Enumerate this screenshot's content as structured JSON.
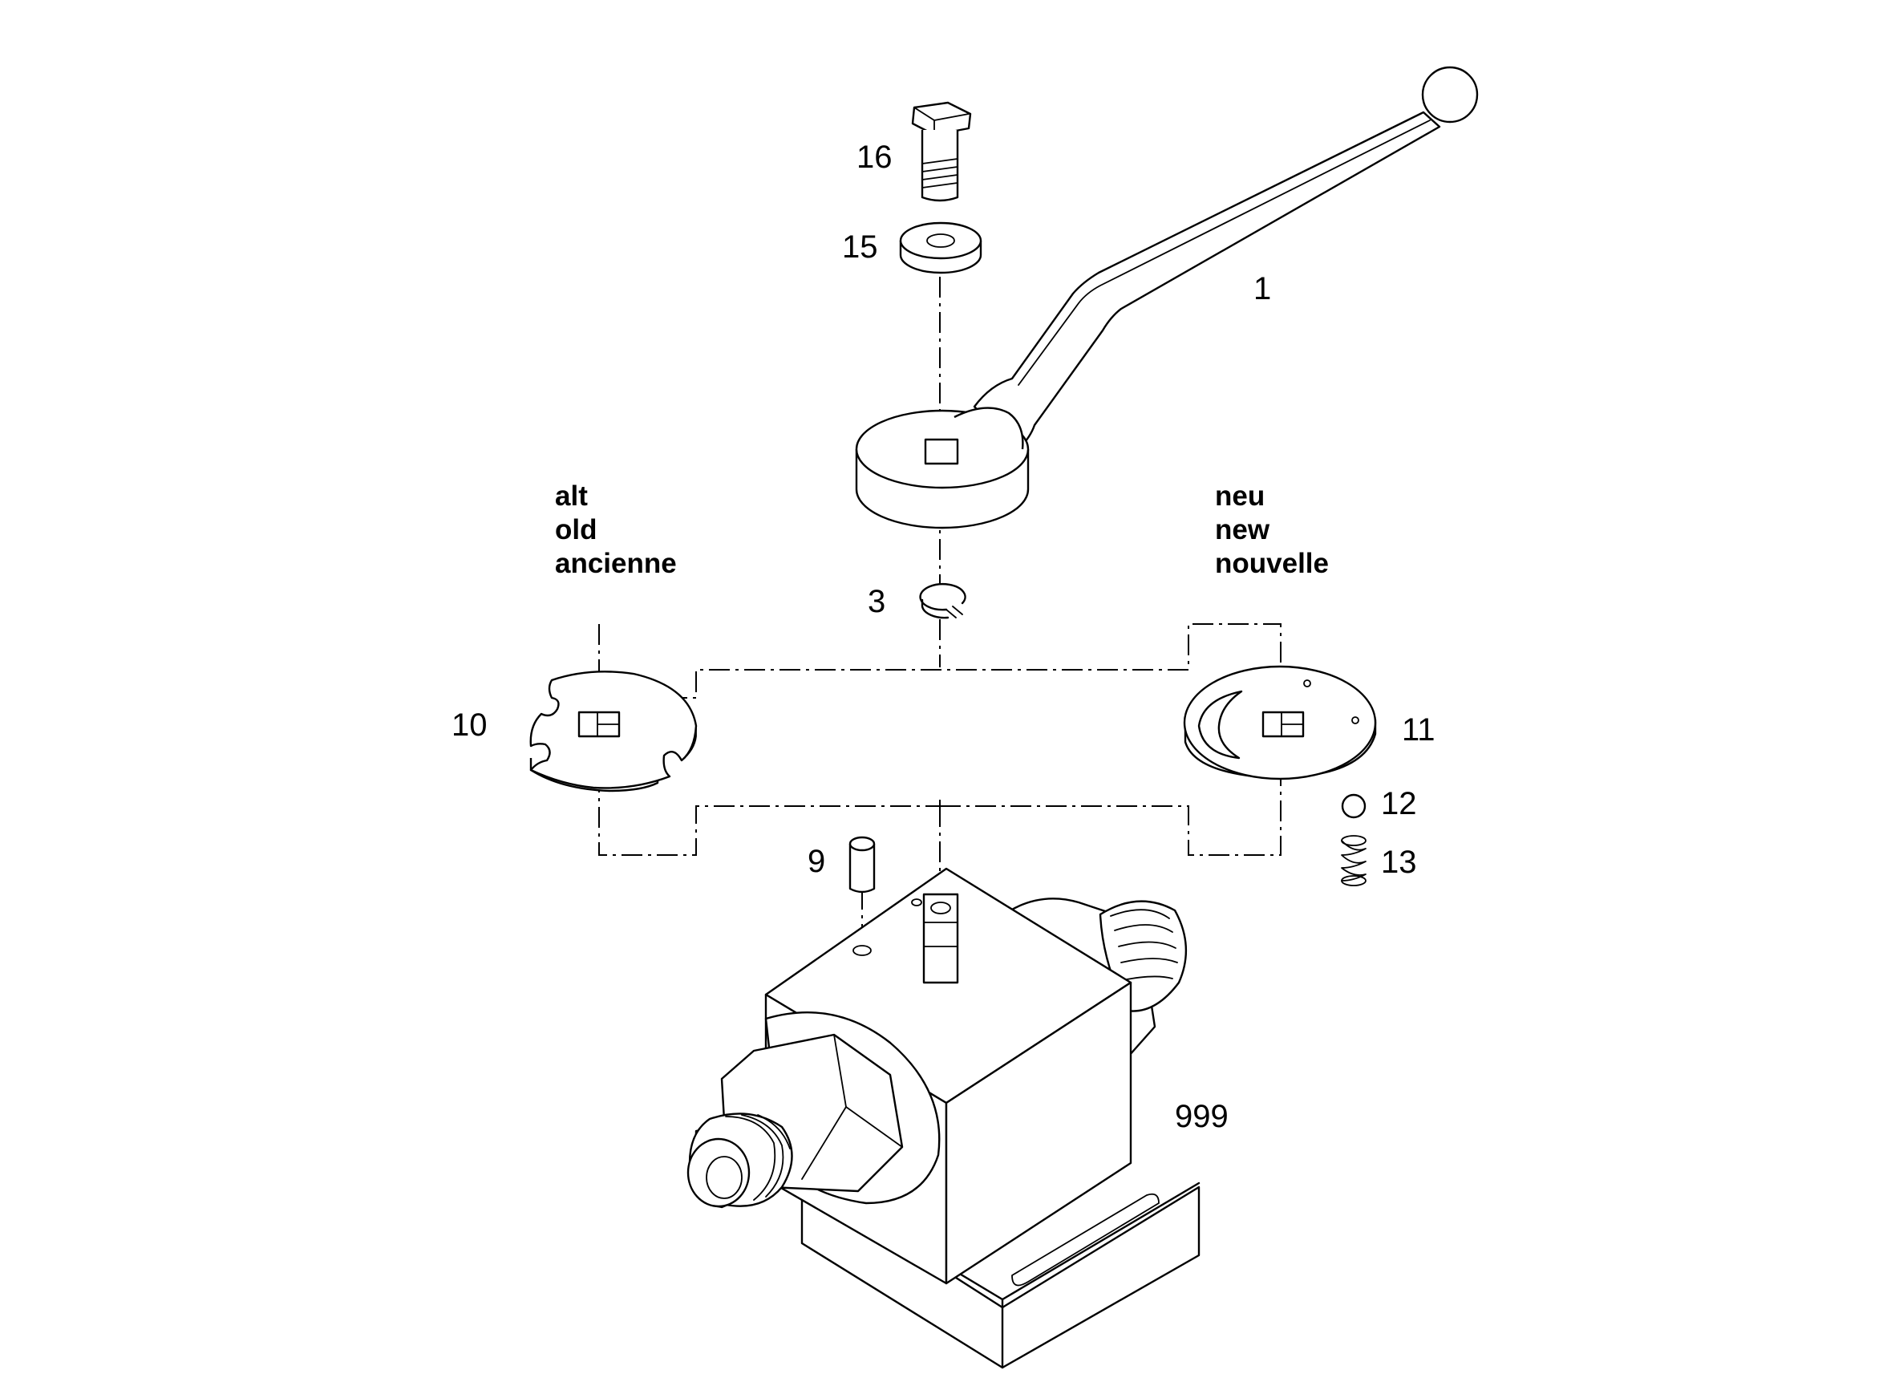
{
  "callouts": {
    "handle": "1",
    "circlip": "3",
    "pin": "9",
    "stop_plate_old": "10",
    "stop_plate_new": "11",
    "ball": "12",
    "spring": "13",
    "washer": "15",
    "bolt": "16",
    "valve_body": "999"
  },
  "version_labels": {
    "old": [
      "alt",
      "old",
      "ancienne"
    ],
    "new": [
      "neu",
      "new",
      "nouvelle"
    ]
  }
}
